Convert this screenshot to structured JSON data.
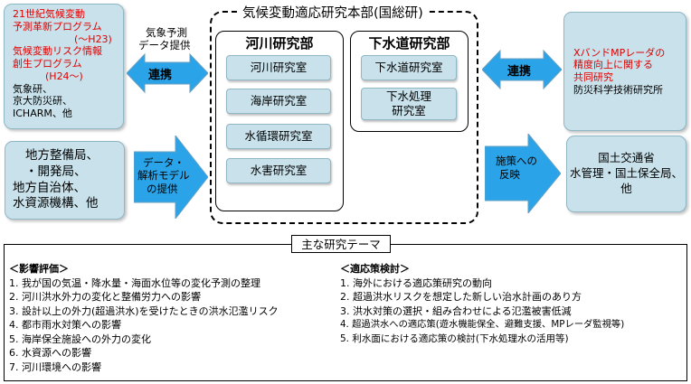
{
  "hq": {
    "title": "気候変動適応研究本部(国総研)"
  },
  "river_dept": {
    "title": "河川研究部",
    "rooms": [
      "河川研究室",
      "海岸研究室",
      "水循環研究室",
      "水害研究室"
    ]
  },
  "sewer_dept": {
    "title": "下水道研究部",
    "rooms": [
      "下水道研究室",
      "下水処理\n研究室"
    ]
  },
  "left_top": {
    "red_lines": [
      "21世紀気候変動",
      "予測革新プログラム",
      "(～H23)",
      "気候変動リスク情報",
      "創生プログラム",
      "(H24～)"
    ],
    "black_lines": [
      "気象研、",
      "京大防災研、",
      "ICHARM、他"
    ]
  },
  "left_top_note": [
    "気象予測",
    "データ提供"
  ],
  "left_top_arrow": "連携",
  "left_bottom": {
    "lines": [
      "地方整備局、",
      "・開発局、",
      "地方自治体、",
      "水資源機構、他"
    ]
  },
  "left_bottom_arrow": [
    "データ・",
    "解析モデル",
    "の提供"
  ],
  "right_top": {
    "red_lines": [
      "XバンドMPレーダの",
      "精度向上に関する",
      "共同研究"
    ],
    "black_lines": [
      "防災科学技術研究所"
    ]
  },
  "right_top_arrow": "連携",
  "right_bottom": {
    "lines": [
      "国土交通省",
      "水管理・国土保全局、",
      "他"
    ]
  },
  "right_bottom_arrow": [
    "施策への",
    "反映"
  ],
  "themes": {
    "title": "主な研究テーマ",
    "impact": {
      "heading": "＜影響評価＞",
      "items": [
        "1. 我が国の気温・降水量・海面水位等の変化予測の整理",
        "2. 河川洪水外力の変化と整備労力への影響",
        "3. 設計以上の外力(超過洪水)を受けたときの洪水氾濫リスク",
        "4. 都市雨水対策への影響",
        "5. 海岸保全施設への外力の変化",
        "6. 水資源への影響",
        "7. 河川環境への影響"
      ]
    },
    "adaptation": {
      "heading": "＜適応策検討＞",
      "items": [
        "1. 海外における適応策研究の動向",
        "2. 超過洪水リスクを想定した新しい治水計画のあり方",
        "3. 洪水対策の選択・組み合わせによる氾濫被害低減",
        "4. 超過洪水への適応策(遊水機能保全、避難支援、MPレーダ監視等)",
        "5. 利水面における適応策の検討(下水処理水の活用等)"
      ]
    }
  },
  "colors": {
    "box_fill": "#c8e1ea",
    "box_border": "#8fb7c5",
    "arrow": "#2aa3e8",
    "red_text": "#e00000"
  }
}
